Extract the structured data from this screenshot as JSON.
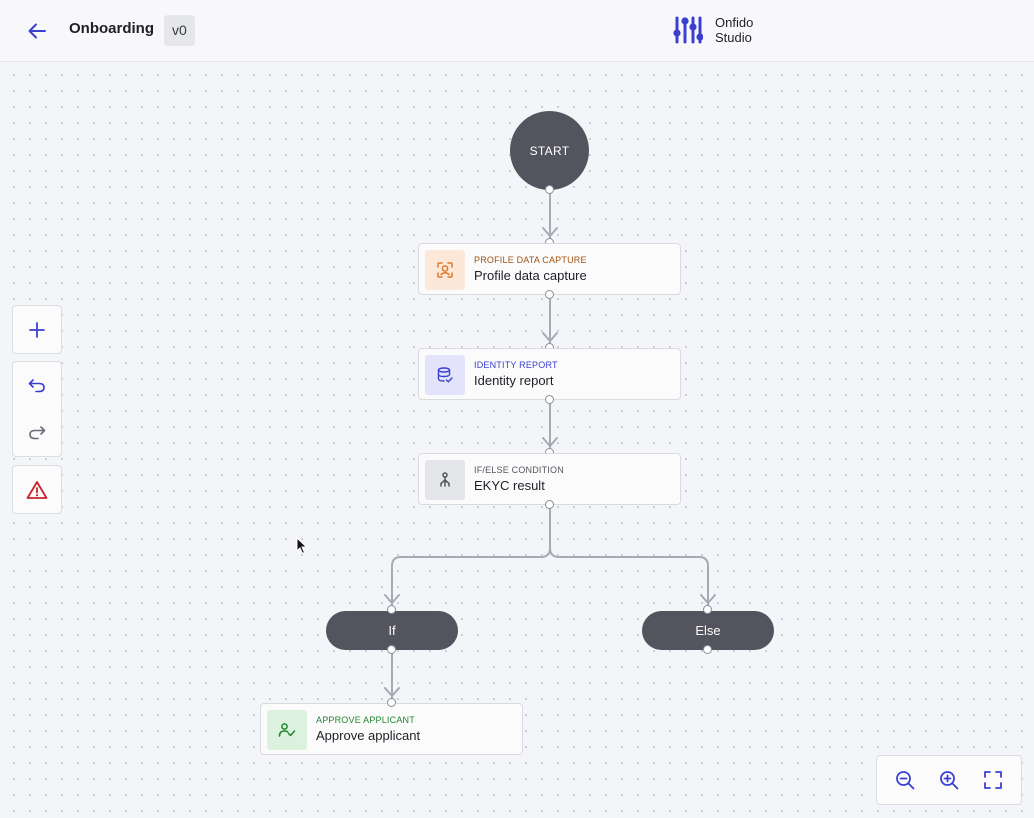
{
  "header": {
    "back_icon": "arrow-left-icon",
    "title": "Onboarding",
    "version": "v0",
    "brand_line1": "Onfido",
    "brand_line2": "Studio"
  },
  "colors": {
    "accent": "#3a3fd1",
    "node_dark": "#53545e",
    "warning": "#c7232b"
  },
  "workflow": {
    "start_label": "START",
    "nodes": [
      {
        "type": "PROFILE DATA CAPTURE",
        "label": "Profile data capture",
        "icon": "face-scan-icon",
        "type_color": "#a15312",
        "icon_bg": "#fbe8d8"
      },
      {
        "type": "IDENTITY REPORT",
        "label": "Identity report",
        "icon": "database-check-icon",
        "type_color": "#3a3fd1",
        "icon_bg": "#e3e3fb"
      },
      {
        "type": "IF/ELSE CONDITION",
        "label": "EKYC result",
        "icon": "branch-icon",
        "type_color": "#55565f",
        "icon_bg": "#e5e6ea"
      },
      {
        "type": "APPROVE APPLICANT",
        "label": "Approve applicant",
        "icon": "user-check-icon",
        "type_color": "#23842f",
        "icon_bg": "#dcf2df"
      }
    ],
    "branches": {
      "if_label": "If",
      "else_label": "Else"
    }
  },
  "toolbar": {
    "items": [
      "add-icon",
      "undo-icon",
      "redo-icon",
      "warning-icon"
    ]
  },
  "zoom": {
    "items": [
      "zoom-out-icon",
      "zoom-in-icon",
      "fit-screen-icon"
    ]
  }
}
